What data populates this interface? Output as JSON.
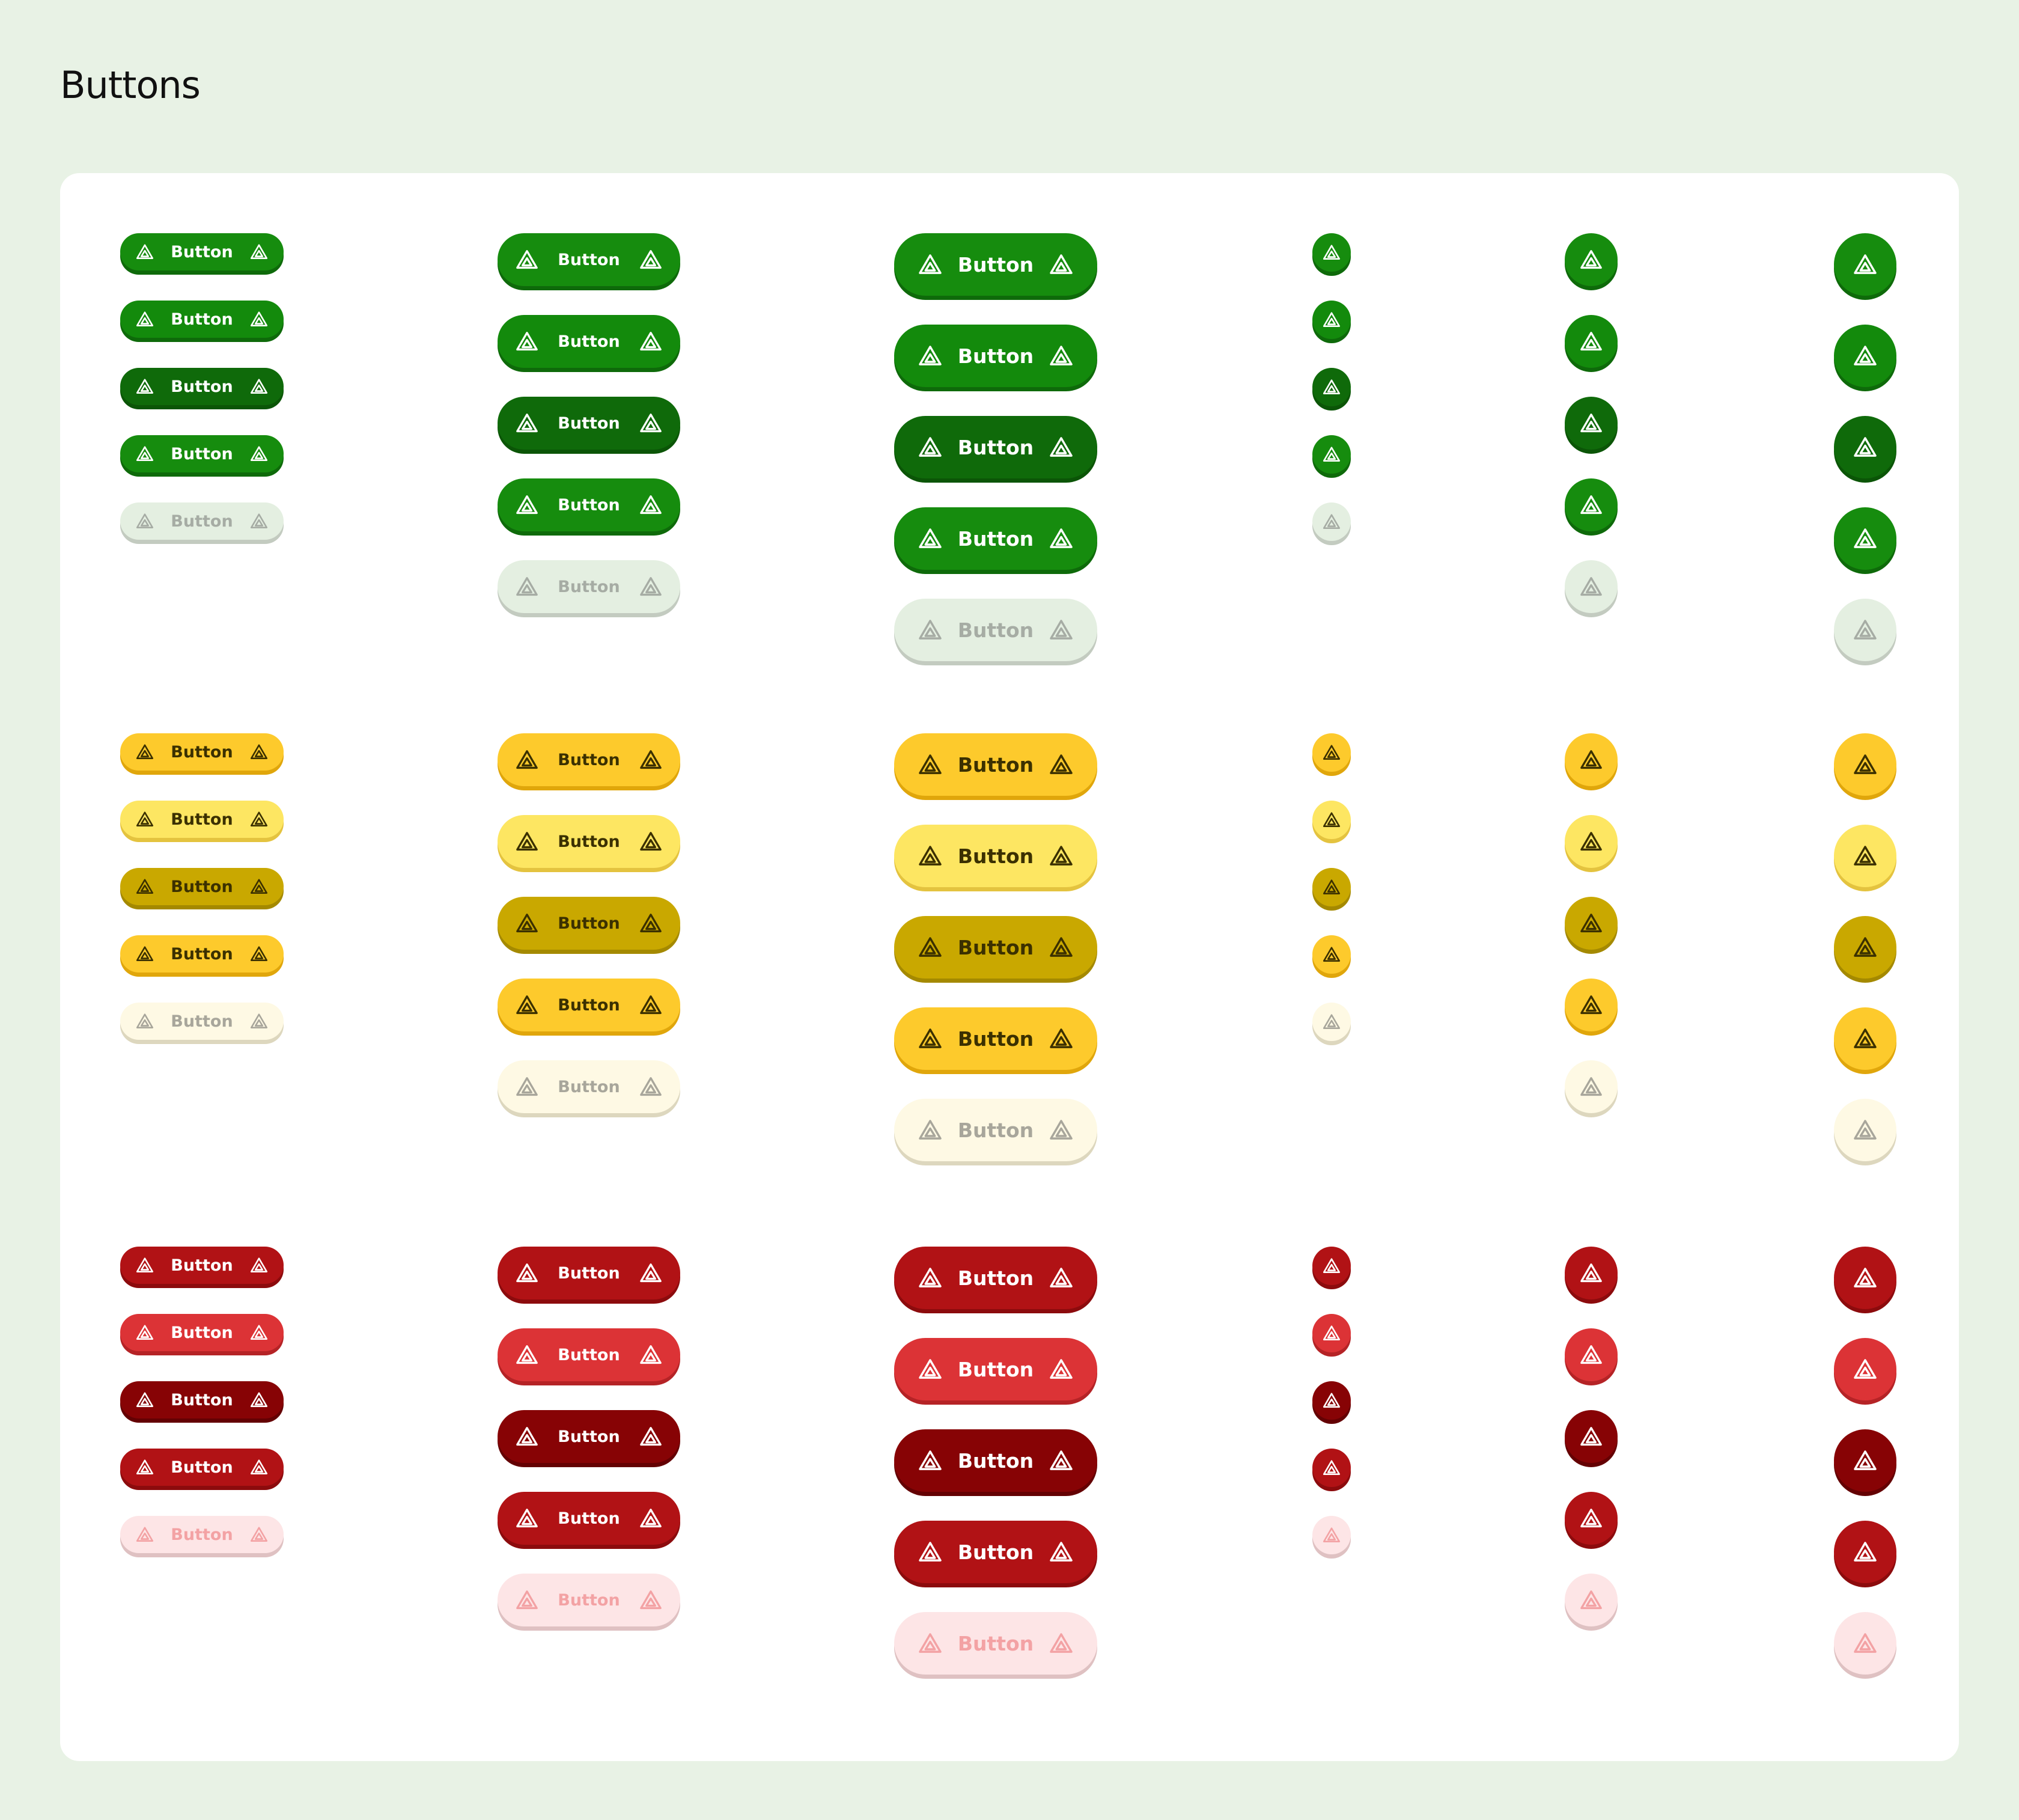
{
  "page": {
    "title": "Buttons"
  },
  "button_label": "Button",
  "icon": "triangle-warning-icon",
  "sizes": [
    "small",
    "medium",
    "large"
  ],
  "states": [
    "default",
    "hover",
    "pressed",
    "focused",
    "disabled"
  ],
  "variants": [
    {
      "name": "green",
      "states": {
        "default": {
          "bg": "#168c0e",
          "fg": "#ffffff",
          "shadow": "#0e6a0a"
        },
        "hover": {
          "bg": "#138a0c",
          "fg": "#ffffff",
          "shadow": "#0e6a0a"
        },
        "pressed": {
          "bg": "#0f6a0a",
          "fg": "#ffffff",
          "shadow": "#0b5507"
        },
        "focused": {
          "bg": "#168c0e",
          "fg": "#ffffff",
          "shadow": "#0e6a0a"
        },
        "disabled": {
          "bg": "#e4efe1",
          "fg": "#a6aca4",
          "shadow": "#c3cbc0"
        }
      }
    },
    {
      "name": "yellow",
      "states": {
        "default": {
          "bg": "#fdca2c",
          "fg": "#3b3000",
          "shadow": "#e0a60b"
        },
        "hover": {
          "bg": "#fde662",
          "fg": "#3b3000",
          "shadow": "#e4c33f"
        },
        "pressed": {
          "bg": "#c9a800",
          "fg": "#3b3000",
          "shadow": "#a48900"
        },
        "focused": {
          "bg": "#fdca2c",
          "fg": "#3b3000",
          "shadow": "#e0a60b"
        },
        "disabled": {
          "bg": "#fef9e4",
          "fg": "#a8a69b",
          "shadow": "#ddd7be"
        }
      }
    },
    {
      "name": "red",
      "states": {
        "default": {
          "bg": "#b11215",
          "fg": "#ffffff",
          "shadow": "#8c0b0d"
        },
        "hover": {
          "bg": "#dc3336",
          "fg": "#ffffff",
          "shadow": "#b52326"
        },
        "pressed": {
          "bg": "#870305",
          "fg": "#ffffff",
          "shadow": "#640103"
        },
        "focused": {
          "bg": "#b11215",
          "fg": "#ffffff",
          "shadow": "#8c0b0d"
        },
        "disabled": {
          "bg": "#fde5e6",
          "fg": "#f3a2a4",
          "shadow": "#dfc1c2"
        }
      }
    }
  ]
}
